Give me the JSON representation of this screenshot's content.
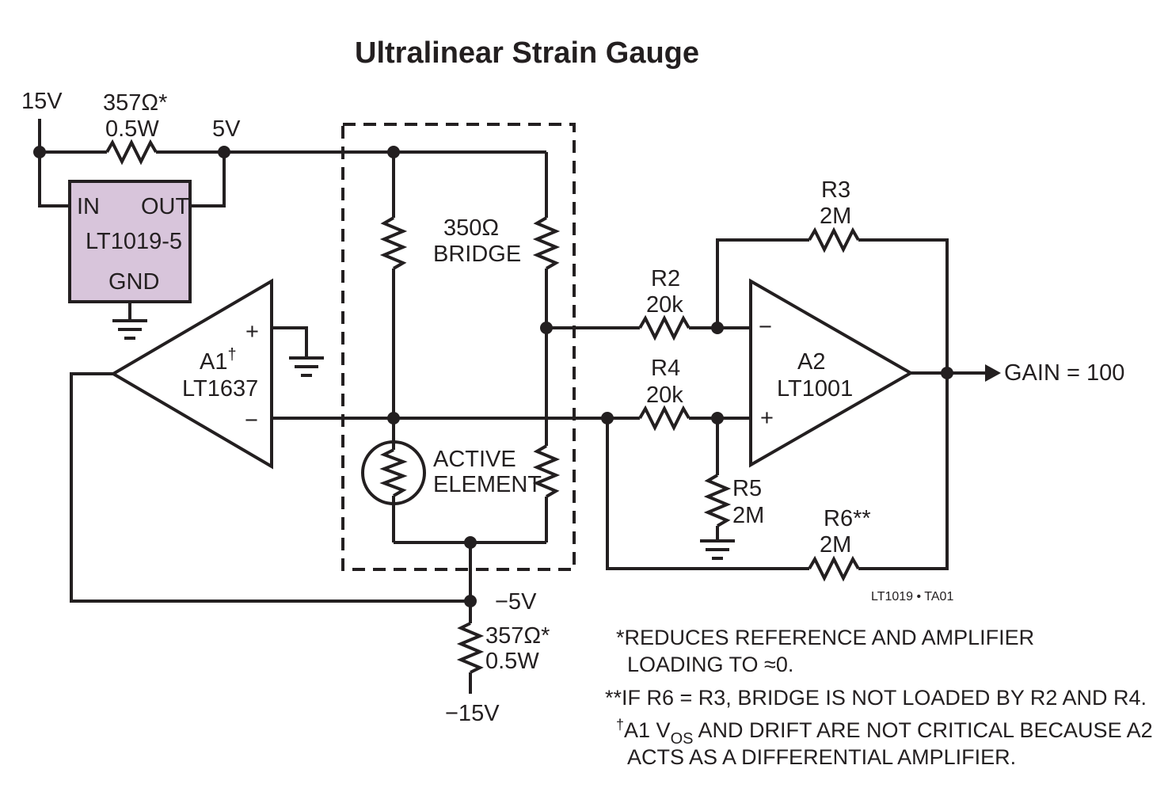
{
  "title": "Ultralinear Strain Gauge",
  "supply": {
    "v15": "15V",
    "v5": "5V",
    "vneg5": "−5V",
    "vneg15": "−15V"
  },
  "top_resistor": {
    "value": "357Ω*",
    "power": "0.5W"
  },
  "bottom_resistor": {
    "value": "357Ω*",
    "power": "0.5W"
  },
  "regulator": {
    "in": "IN",
    "out": "OUT",
    "name": "LT1019-5",
    "gnd": "GND",
    "fill_color": "#d8c5db"
  },
  "a1": {
    "name": "A1",
    "dagger": "†",
    "part": "LT1637",
    "plus": "+",
    "minus": "−"
  },
  "bridge": {
    "label1": "350Ω",
    "label2": "BRIDGE",
    "active1": "ACTIVE",
    "active2": "ELEMENT"
  },
  "r2": {
    "name": "R2",
    "value": "20k"
  },
  "r3": {
    "name": "R3",
    "value": "2M"
  },
  "r4": {
    "name": "R4",
    "value": "20k"
  },
  "r5": {
    "name": "R5",
    "value": "2M"
  },
  "r6": {
    "name": "R6**",
    "value": "2M"
  },
  "a2": {
    "name": "A2",
    "part": "LT1001",
    "minus": "−",
    "plus": "+"
  },
  "output": "GAIN = 100",
  "figure_code": "LT1019 • TA01",
  "notes": {
    "n1_line1": "*REDUCES REFERENCE AND AMPLIFIER",
    "n1_line2": "LOADING TO ≈0.",
    "n2": "**IF R6 = R3, BRIDGE IS NOT LOADED BY R2 AND R4.",
    "n3_dagger": "†",
    "n3_a": "A1 V",
    "n3_sub": "OS",
    "n3_b": " AND DRIFT ARE NOT CRITICAL BECAUSE A2",
    "n3_line2": "ACTS AS A DIFFERENTIAL AMPLIFIER."
  }
}
